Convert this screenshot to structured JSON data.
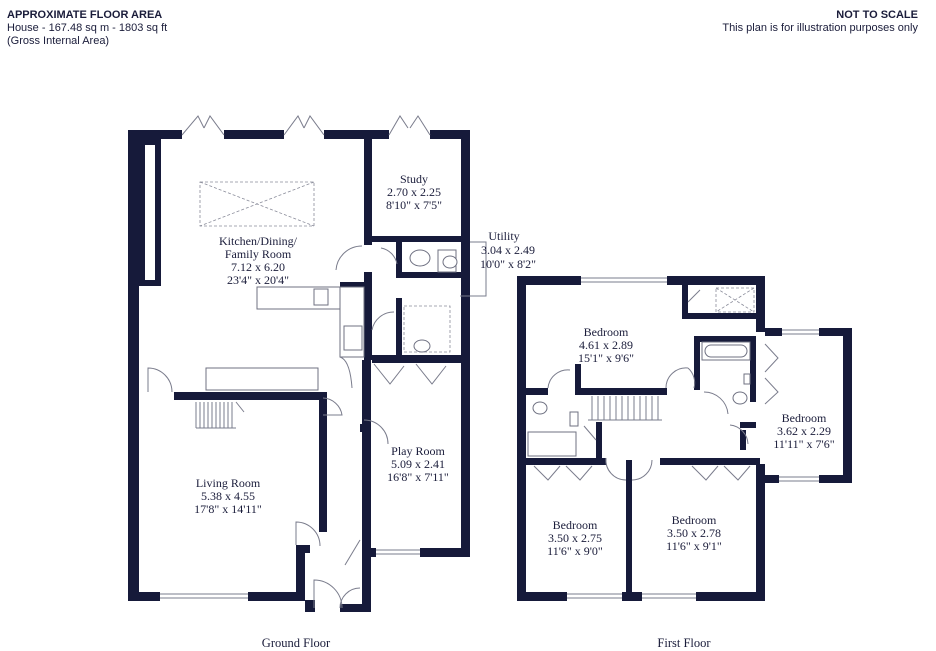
{
  "header": {
    "left_title": "APPROXIMATE FLOOR AREA",
    "left_line1": "House - 167.48 sq m - 1803 sq ft",
    "left_line2": "(Gross Internal Area)",
    "right_title": "NOT TO SCALE",
    "right_line1": "This plan is for illustration purposes only"
  },
  "ground_floor": {
    "label": "Ground Floor",
    "rooms": {
      "kitchen": {
        "name": "Kitchen/Dining/",
        "name2": "Family Room",
        "metric": "7.12 x 6.20",
        "imperial": "23'4\" x 20'4\""
      },
      "study": {
        "name": "Study",
        "metric": "2.70 x 2.25",
        "imperial": "8'10\" x 7'5\""
      },
      "utility": {
        "name": "Utility",
        "metric": "3.04 x 2.49",
        "imperial": "10'0\" x 8'2\""
      },
      "play": {
        "name": "Play Room",
        "metric": "5.09 x 2.41",
        "imperial": "16'8\" x 7'11\""
      },
      "living": {
        "name": "Living Room",
        "metric": "5.38 x 4.55",
        "imperial": "17'8\" x 14'11\""
      }
    }
  },
  "first_floor": {
    "label": "First Floor",
    "rooms": {
      "bed1": {
        "name": "Bedroom",
        "metric": "4.61 x 2.89",
        "imperial": "15'1\" x 9'6\""
      },
      "bed2": {
        "name": "Bedroom",
        "metric": "3.62 x 2.29",
        "imperial": "11'11\" x 7'6\""
      },
      "bed3": {
        "name": "Bedroom",
        "metric": "3.50 x 2.75",
        "imperial": "11'6\" x 9'0\""
      },
      "bed4": {
        "name": "Bedroom",
        "metric": "3.50 x 2.78",
        "imperial": "11'6\" x 9'1\""
      }
    }
  },
  "colors": {
    "wall": "#161a3a",
    "text": "#1a1c3a",
    "background": "#ffffff"
  }
}
